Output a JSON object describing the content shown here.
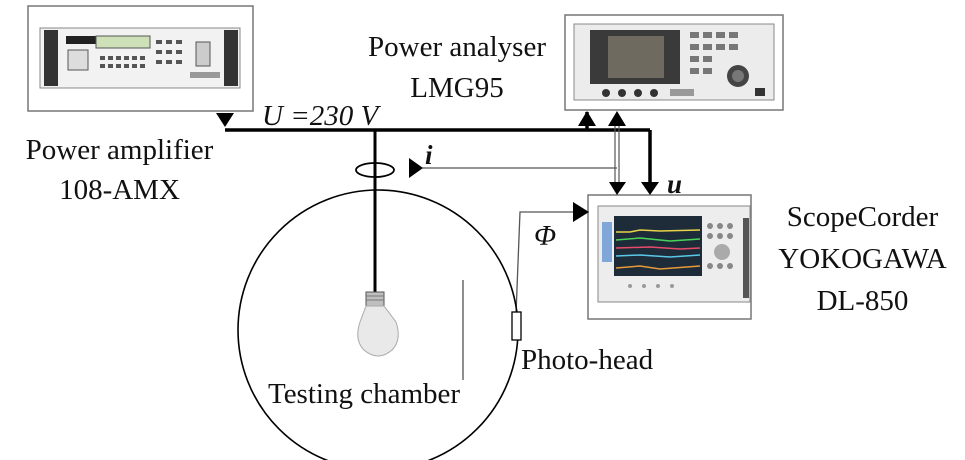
{
  "devices": {
    "power_amplifier": {
      "name": "Power amplifier",
      "model": "108-AMX"
    },
    "power_analyser": {
      "name": "Power analyser",
      "model": "LMG95"
    },
    "scopecorder": {
      "name": "ScopeCorder",
      "brand": "YOKOGAWA",
      "model": "DL-850"
    }
  },
  "signals": {
    "voltage_supply": "U =230 V",
    "current": "i",
    "voltage": "u",
    "flux": "Φ"
  },
  "labels": {
    "photo_head": "Photo-head",
    "testing_chamber": "Testing chamber"
  },
  "colors": {
    "line": "#000000",
    "thin_line": "#555555",
    "device_frame": "#6e6e6e",
    "bulb": "#e9e9e9"
  }
}
